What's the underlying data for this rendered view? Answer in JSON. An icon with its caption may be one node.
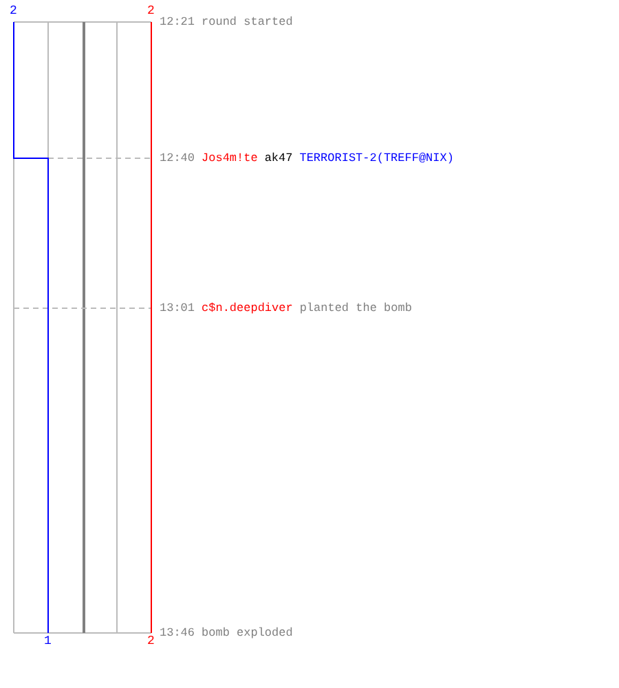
{
  "diagram": {
    "labels": [
      "2",
      "2",
      "12:21",
      "round started",
      "12:40",
      "Jos4m!te",
      "ak47",
      "TERRORIST-2(TREFF@NIX)",
      "13:01",
      "c$n.deepdiver",
      "planted the bomb",
      "13:46",
      "bomb exploded",
      "1",
      "2"
    ]
  }
}
